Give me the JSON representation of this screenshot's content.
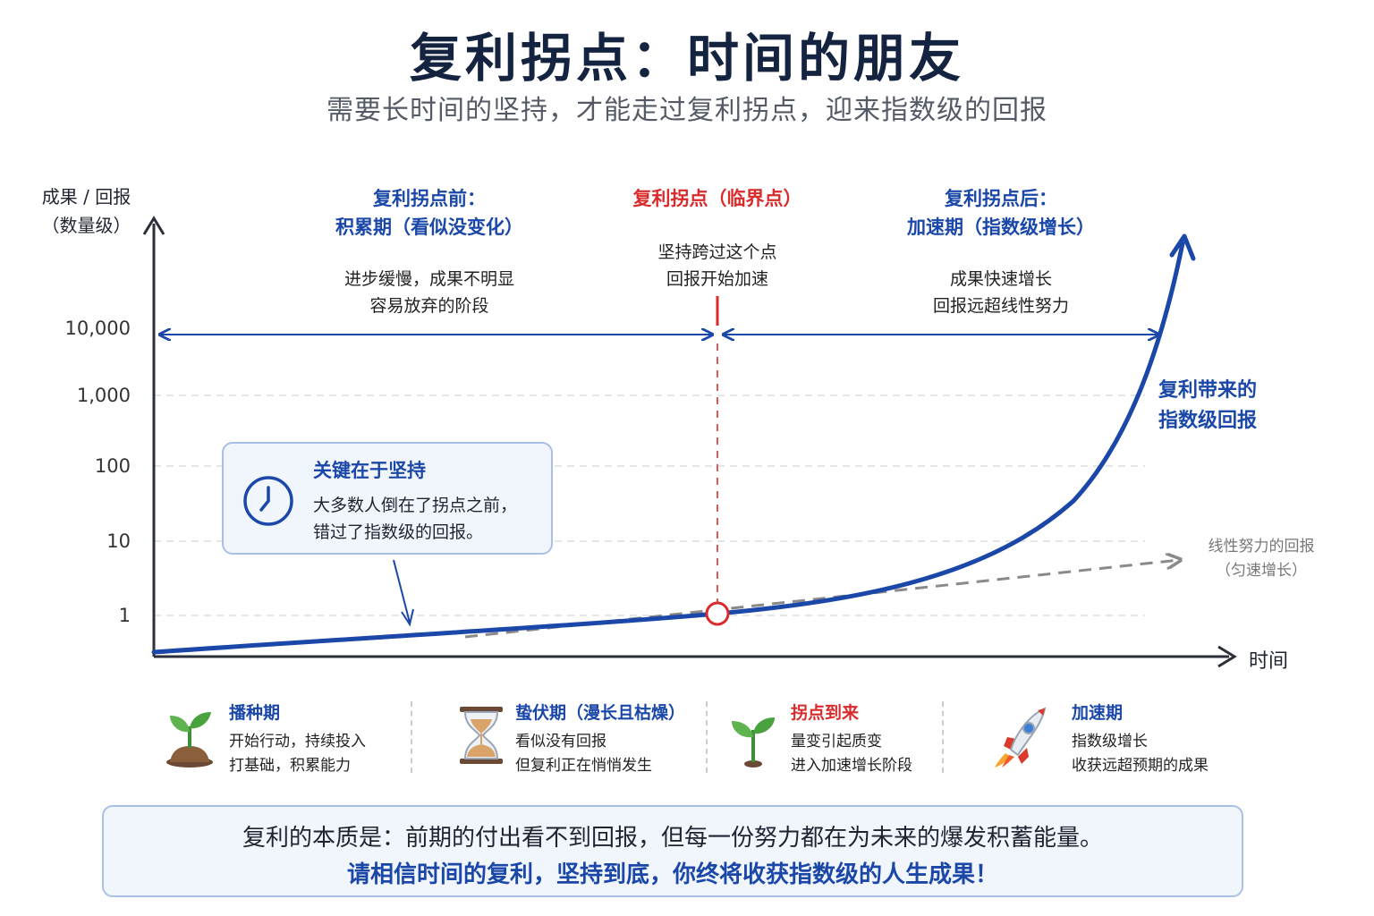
{
  "header": {
    "title": "复利拐点：时间的朋友",
    "subtitle": "需要长时间的坚持，才能走过复利拐点，迎来指数级的回报"
  },
  "chart": {
    "y_axis_title": [
      "成果 / 回报",
      "（数量级）"
    ],
    "y_ticks": [
      "10,000",
      "1,000",
      "100",
      "10",
      "1"
    ],
    "x_axis_title": "时间",
    "phases": {
      "before": {
        "heading": [
          "复利拐点前：",
          "积累期（看似没变化）"
        ],
        "body": [
          "进步缓慢，成果不明显",
          "容易放弃的阶段"
        ]
      },
      "inflection": {
        "heading": "复利拐点（临界点）",
        "body": [
          "坚持跨过这个点",
          "回报开始加速"
        ]
      },
      "after": {
        "heading": [
          "复利拐点后：",
          "加速期（指数级增长）"
        ],
        "body": [
          "成果快速增长",
          "回报远超线性努力"
        ]
      }
    },
    "curve_label": [
      "复利带来的",
      "指数级回报"
    ],
    "linear_label": [
      "线性努力的回报",
      "（匀速增长）"
    ]
  },
  "callout": {
    "title": "关键在于坚持",
    "text": [
      "大多数人倒在了拐点之前，",
      "错过了指数级的回报。"
    ]
  },
  "stages": [
    {
      "title": "播种期",
      "desc": [
        "开始行动，持续投入",
        "打基础，积累能力"
      ],
      "icon": "sprout-icon"
    },
    {
      "title": "蛰伏期（漫长且枯燥）",
      "desc": [
        "看似没有回报",
        "但复利正在悄悄发生"
      ],
      "icon": "hourglass-icon"
    },
    {
      "title": "拐点到来",
      "desc": [
        "量变引起质变",
        "进入加速增长阶段"
      ],
      "icon": "seedling-icon"
    },
    {
      "title": "加速期",
      "desc": [
        "指数级增长",
        "收获远超预期的成果"
      ],
      "icon": "rocket-icon"
    }
  ],
  "summary": {
    "line1": "复利的本质是：前期的付出看不到回报，但每一份努力都在为未来的爆发积蓄能量。",
    "line2": "请相信时间的复利，坚持到底，你终将收获指数级的人生成果！"
  },
  "colors": {
    "primary_blue": "#1a47a8",
    "accent_red": "#d92b2b",
    "linear_gray": "#8a8a8a",
    "title_navy": "#14233f",
    "stage_title_blue": "#1a47a8",
    "stage_title_red": "#d92b2b"
  }
}
